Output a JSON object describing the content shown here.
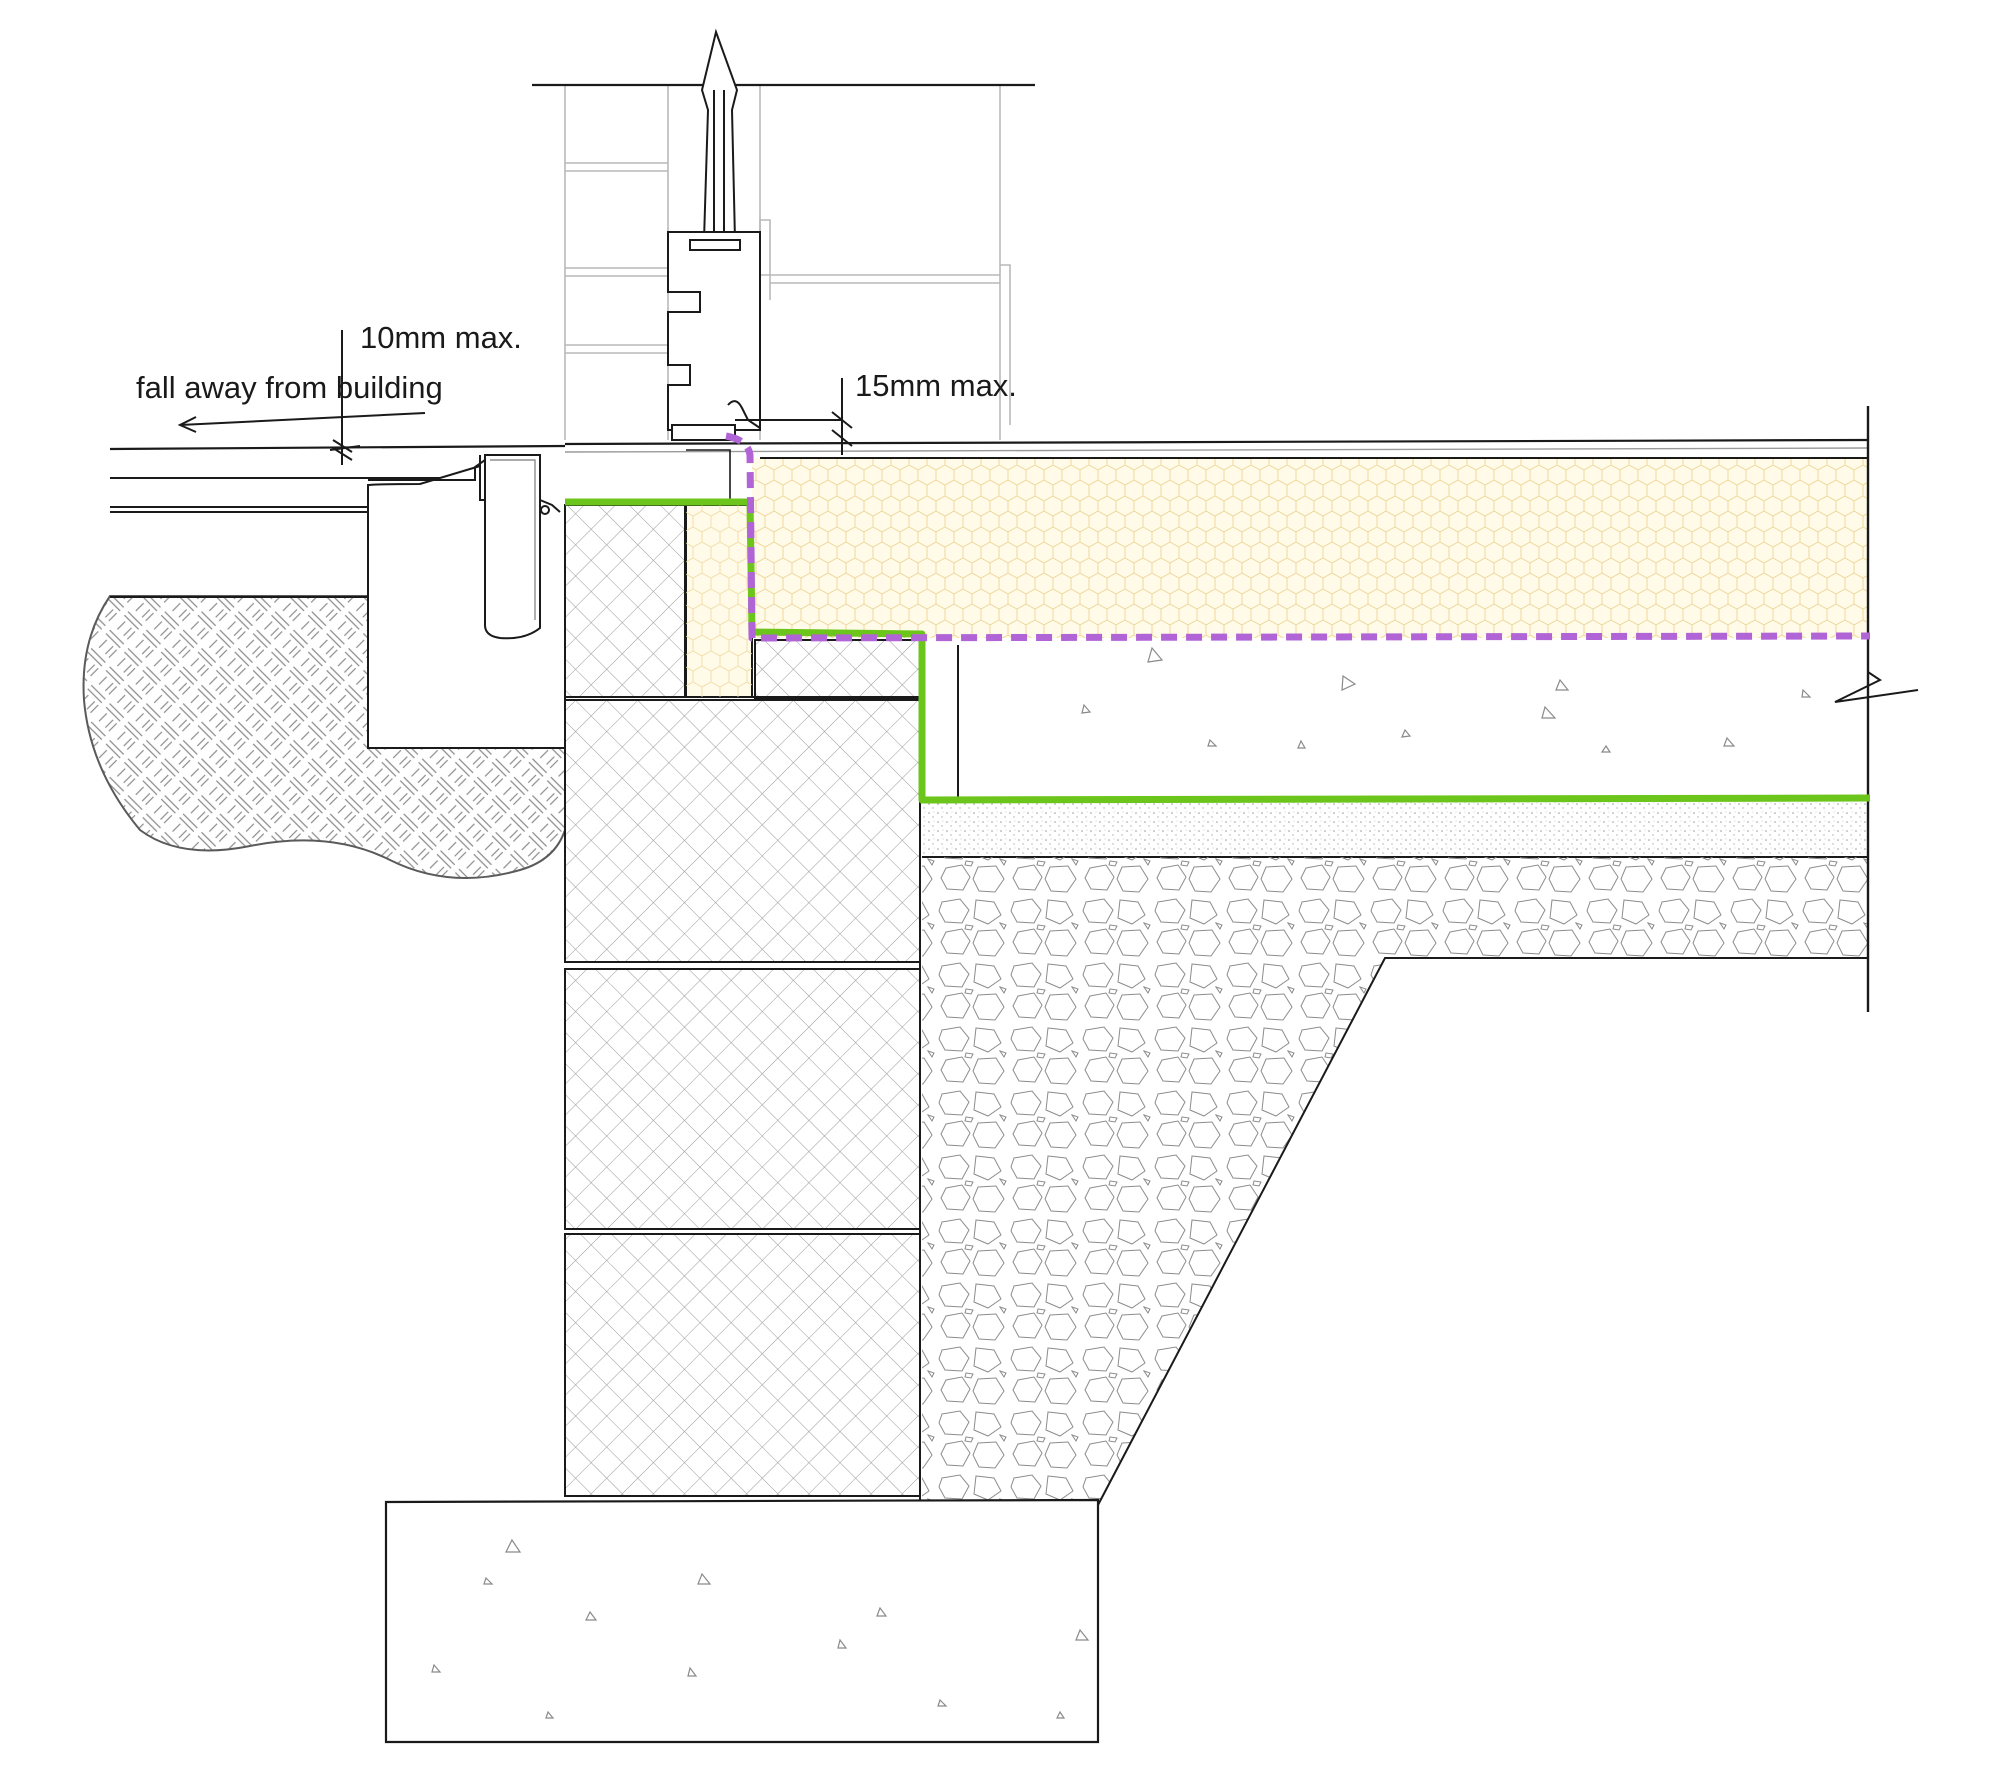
{
  "annotations": {
    "dim_threshold_step": "10mm max.",
    "fall_note": "fall away from building",
    "dim_frame_gap": "15mm max."
  },
  "colors": {
    "line": "#1a1a1a",
    "light_line": "#b9b9b9",
    "hatch": "#8a8a8a",
    "membrane_green": "#6cc51a",
    "barrier_purple": "#b164d6",
    "insulation_fill": "#fffbe8",
    "insulation_hex": "#f0d9a0"
  }
}
